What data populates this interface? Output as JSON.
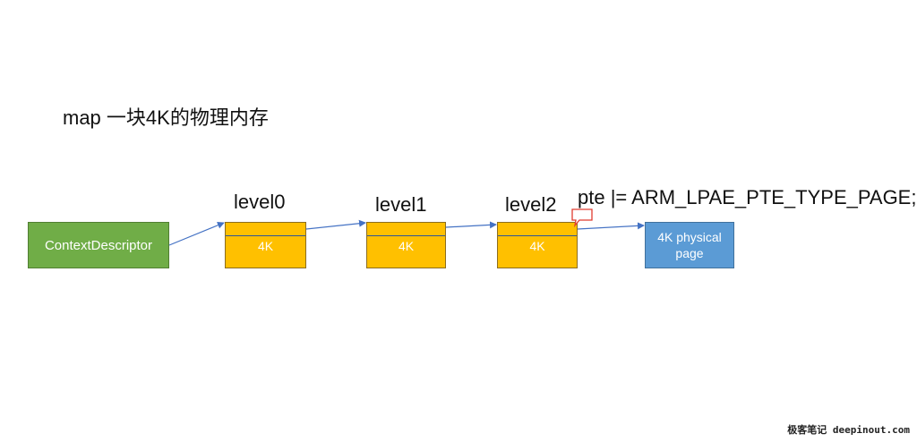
{
  "title": "map 一块4K的物理内存",
  "context_box": {
    "label": "ContextDescriptor"
  },
  "levels": [
    {
      "name": "level0",
      "entry": "4K"
    },
    {
      "name": "level1",
      "entry": "4K"
    },
    {
      "name": "level2",
      "entry": "4K"
    }
  ],
  "pte_annotation": "pte |= ARM_LPAE_PTE_TYPE_PAGE;",
  "physical_page": {
    "label": "4K physical page"
  },
  "watermark": "极客笔记 deepinout.com",
  "colors": {
    "context": "#70ad47",
    "table": "#ffc000",
    "page": "#5b9bd5",
    "arrow": "#4472c4",
    "callout": "#e03c31"
  }
}
